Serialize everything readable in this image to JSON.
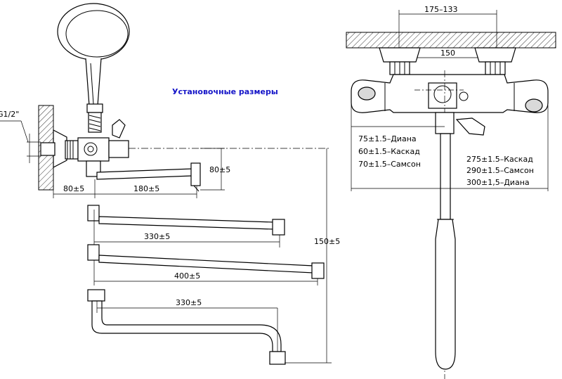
{
  "title": "Установочные размеры",
  "left": {
    "thread": "G1/2\"",
    "d80a": "80±5",
    "d80b": "80±5",
    "d180": "180±5",
    "d330a": "330±5",
    "d400": "400±5",
    "d330b": "330±5",
    "d150": "150±5"
  },
  "right": {
    "top": "175–133",
    "d150": "150",
    "spacing": [
      "75±1.5–Диана",
      "60±1.5–Каскад",
      "70±1.5–Самсон"
    ],
    "length": [
      "275±1.5–Каскад",
      "290±1.5–Самсон",
      "300±1,5–Диана"
    ]
  }
}
